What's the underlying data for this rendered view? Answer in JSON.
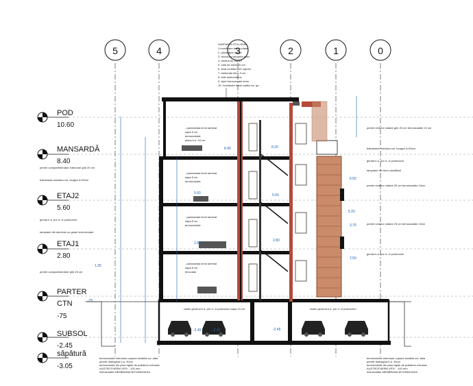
{
  "axes": [
    "5",
    "4",
    "3",
    "2",
    "1",
    "0"
  ],
  "levels": [
    {
      "name": "POD",
      "value": "10.60"
    },
    {
      "name": "MANSARDĂ",
      "value": "8.40"
    },
    {
      "name": "ETAJ2",
      "value": "5.60"
    },
    {
      "name": "ETAJ1",
      "value": "2.80"
    },
    {
      "name": "PARTER",
      "value": ""
    },
    {
      "name": "CTN",
      "value": "-75"
    },
    {
      "name": "SUBSOL",
      "value": "-2.45"
    },
    {
      "name": "săpătură",
      "value": "-3.05"
    }
  ],
  "roof_note": {
    "title": "SARPANTA STILLEMN",
    "lines": [
      "1.invelitoare tabla cutata",
      "2. placa gips carton",
      "3. structura sarpanta lemn",
      "4. bariera de vapori",
      "5. vata de sticla 20 cm",
      "6. strat ventilat intre caprior",
      "7. astereala lemn 3 cm",
      "8. folie anticondens",
      "9. sipci transversale lemn",
      "10. invelitoare tabla cutata cul. gri"
    ]
  },
  "floor_notes": [
    "- pardoseala lemn laminat",
    "sapa 5 cm",
    "termoizolatie",
    "placa b.a. 15 cm",
    "tencuiala"
  ],
  "left_notes": {
    "mansarda": "perete compartimentare interioare ghb 25 cm",
    "mansarda2": "balustrada metalica cul. neagra h=90cm",
    "etaj2": "grinda b.a. pre d. ct pcstructori",
    "etaj2b": "tamplarie din aluminiu cu geam termoizolant",
    "parter": "perete compartimentare ghb 25 cm"
  },
  "right_notes": {
    "top": "perete exterior zidarie ghb 25 cm termoizolatie 10 cm",
    "top2": "balustrada metalica cul. neagra h=90cm",
    "mid": "grinda b.a. pre d. ct pcstructori",
    "mid2": "tamplarie din lemn stratificat",
    "low": "perete exterior zidarie 25 cm termoizolatie 10cm",
    "low2": "grinda b.a. pre d. ct pcstructori"
  },
  "basement_notes": {
    "left": "radier general b.a. pre d. ct pcstructori sapa 10 cm",
    "right": "radier general b.a. pre d. ct pcstructori"
  },
  "bottom_notes": {
    "left": [
      "termoizolatie interioara vopsea lavabila cul. alba",
      "perete diafragma b.a. 30cm",
      "termoizolatie din placi rigide de polistiren extrudat",
      "AUSTROTHERM XPS* - 100 mm",
      "hidroizolatie MEMBRANA BITUMINOASA"
    ],
    "right": [
      "termoizolatie interioara vopsea lavabila cul. alba",
      "perete diafragma b.a. 30cm",
      "termoizolatie din placi rigide de polistiren extrudat",
      "AUSTROTHERM XPS* - 100 mm",
      "hidroizolatie MEMBRANA BITUMINOASA"
    ]
  },
  "elevations": [
    "8.40",
    "8.20",
    "5.60",
    "5.60",
    "2.80",
    "2.80",
    "6.50",
    "5.20",
    "3.70",
    "2.50",
    "1.35",
    "-75",
    "-2.45",
    "-2.45",
    "-2.45"
  ]
}
